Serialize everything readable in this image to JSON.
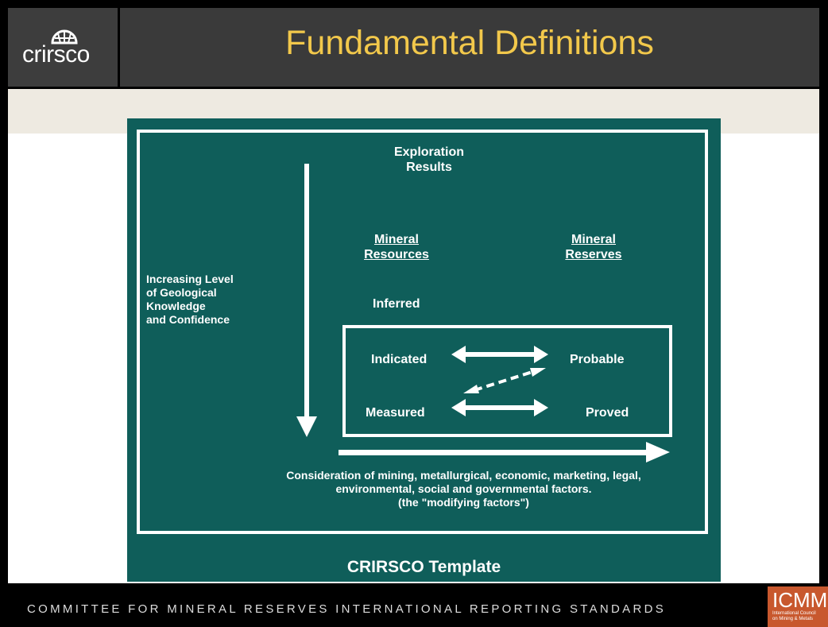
{
  "header": {
    "logo_text": "crirsco",
    "title": "Fundamental Definitions"
  },
  "diagram": {
    "exploration": [
      "Exploration",
      "Results"
    ],
    "resources": [
      "Mineral",
      "Resources"
    ],
    "reserves": [
      "Mineral",
      "Reserves"
    ],
    "confidence": [
      "Increasing Level",
      "of Geological",
      "Knowledge",
      "and Confidence"
    ],
    "inferred": "Inferred",
    "indicated": "Indicated",
    "measured": "Measured",
    "probable": "Probable",
    "proved": "Proved",
    "modifying": [
      "Consideration of mining, metallurgical, economic, marketing, legal,",
      "environmental, social and governmental factors.",
      "(the \"modifying factors\")"
    ],
    "template_label": "CRIRSCO Template"
  },
  "footer": {
    "text": "COMMITTEE FOR MINERAL RESERVES INTERNATIONAL REPORTING STANDARDS",
    "icmm_logo": "ICMM",
    "icmm_sub": [
      "International Council",
      "on Mining & Metals"
    ]
  },
  "colors": {
    "diagram_bg": "#0f5e5a",
    "title": "#f2c84b",
    "band": "#eeeae1",
    "icmm": "#c8582e"
  }
}
